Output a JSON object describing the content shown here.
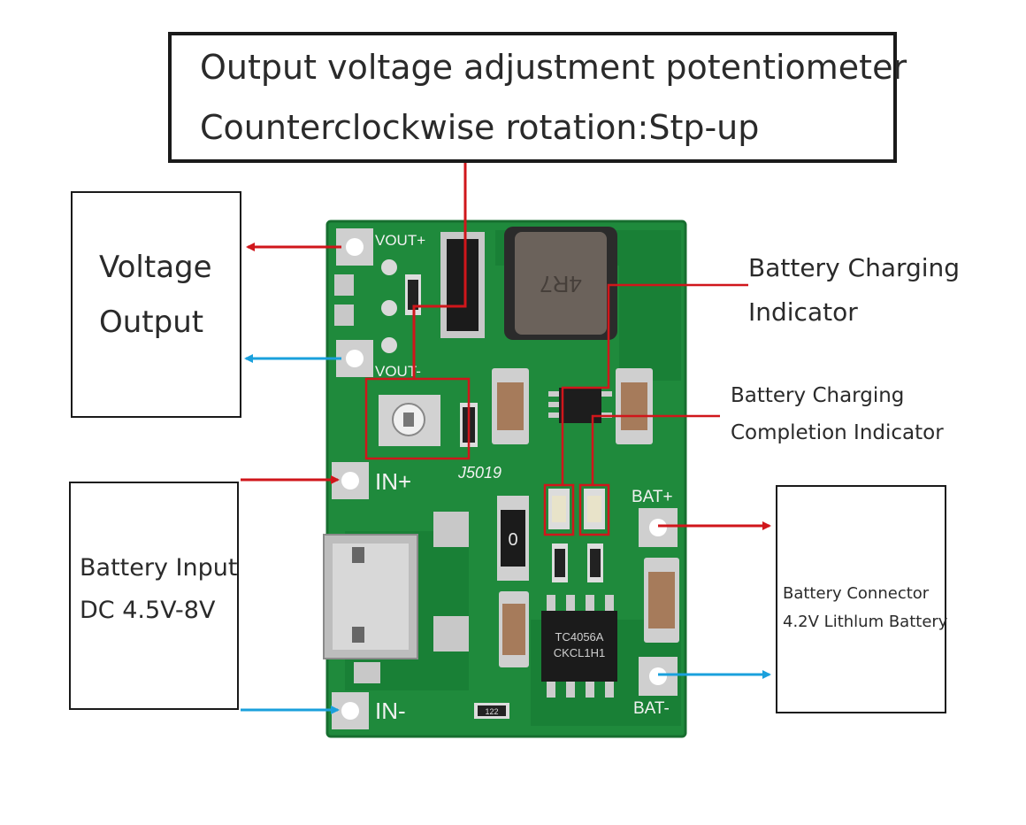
{
  "top_callout": {
    "line1": "Output voltage adjustment potentiometer",
    "line2": "Counterclockwise rotation:Stp-up"
  },
  "voltage_output_box": {
    "line1": "Voltage",
    "line2": "Output"
  },
  "battery_input_box": {
    "line1": "Battery Input",
    "line2": "DC 4.5V-8V"
  },
  "battery_connector_box": {
    "line1": "Battery Connector",
    "line2": "4.2V Lithlum Battery"
  },
  "charging_indicator": {
    "line1": "Battery Charging",
    "line2": "Indicator"
  },
  "completion_indicator": {
    "line1": "Battery Charging",
    "line2": "Completion Indicator"
  },
  "board": {
    "silk_vout_plus": "VOUT+",
    "silk_vout_minus": "VOUT-",
    "silk_in_plus": "IN+",
    "silk_in_minus": "IN-",
    "silk_bat_plus": "BAT+",
    "silk_bat_minus": "BAT-",
    "silk_model": "J5019",
    "inductor_marking": "4R7",
    "chip_marking_line1": "TC4056A",
    "chip_marking_line2": "CKCL1H1",
    "resistor_zero": "0",
    "resistor_122": "122"
  },
  "colors": {
    "pcb_green": "#1f8a3c",
    "pcb_dark": "#176e2f",
    "arrow_red": "#d0161b",
    "arrow_blue": "#1aa0dc",
    "pad_silver": "#d9d9d9"
  }
}
